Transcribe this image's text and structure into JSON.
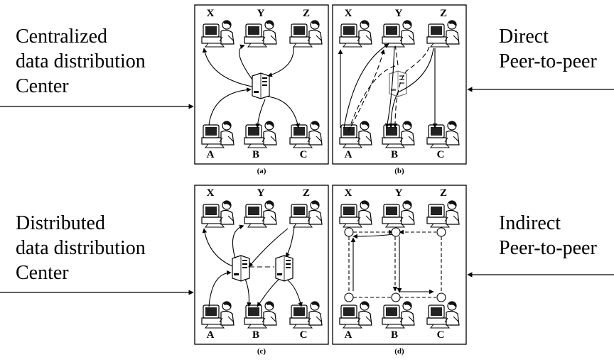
{
  "labels": {
    "centralized": [
      "Centralized",
      "data distribution",
      "Center"
    ],
    "direct": [
      "Direct",
      "Peer-to-peer"
    ],
    "distributed": [
      "Distributed",
      "data distribution",
      "Center"
    ],
    "indirect": [
      "Indirect",
      "Peer-to-peer"
    ]
  },
  "panels": [
    {
      "id": "a",
      "caption": "(a)",
      "top_nodes": [
        "X",
        "Y",
        "Z"
      ],
      "bottom_nodes": [
        "A",
        "B",
        "C"
      ]
    },
    {
      "id": "b",
      "caption": "(b)",
      "top_nodes": [
        "X",
        "Y",
        "Z"
      ],
      "bottom_nodes": [
        "A",
        "B",
        "C"
      ]
    },
    {
      "id": "c",
      "caption": "(c)",
      "top_nodes": [
        "X",
        "Y",
        "Z"
      ],
      "bottom_nodes": [
        "A",
        "B",
        "C"
      ]
    },
    {
      "id": "d",
      "caption": "(d)",
      "top_nodes": [
        "X",
        "Y",
        "Z"
      ],
      "bottom_nodes": [
        "A",
        "B",
        "C"
      ]
    }
  ],
  "icons": {
    "workstation": "computer-user-icon",
    "server": "server-tower-icon",
    "relay": "relay-node-icon"
  }
}
